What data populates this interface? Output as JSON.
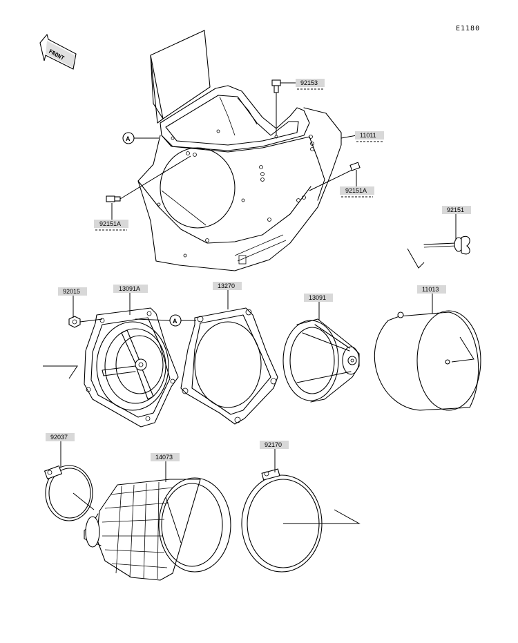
{
  "diagram_code": "E1180",
  "front_label": "FRONT",
  "ref_marker": "A",
  "parts": [
    {
      "id": "p92153",
      "number": "92153"
    },
    {
      "id": "p11011",
      "number": "11011"
    },
    {
      "id": "p92151a_r",
      "number": "92151A"
    },
    {
      "id": "p92151a_l",
      "number": "92151A"
    },
    {
      "id": "p92151",
      "number": "92151"
    },
    {
      "id": "p92015",
      "number": "92015"
    },
    {
      "id": "p13091a",
      "number": "13091A"
    },
    {
      "id": "p13270",
      "number": "13270"
    },
    {
      "id": "p13091",
      "number": "13091"
    },
    {
      "id": "p11013",
      "number": "11013"
    },
    {
      "id": "p92037",
      "number": "92037"
    },
    {
      "id": "p14073",
      "number": "14073"
    },
    {
      "id": "p92170",
      "number": "92170"
    }
  ]
}
